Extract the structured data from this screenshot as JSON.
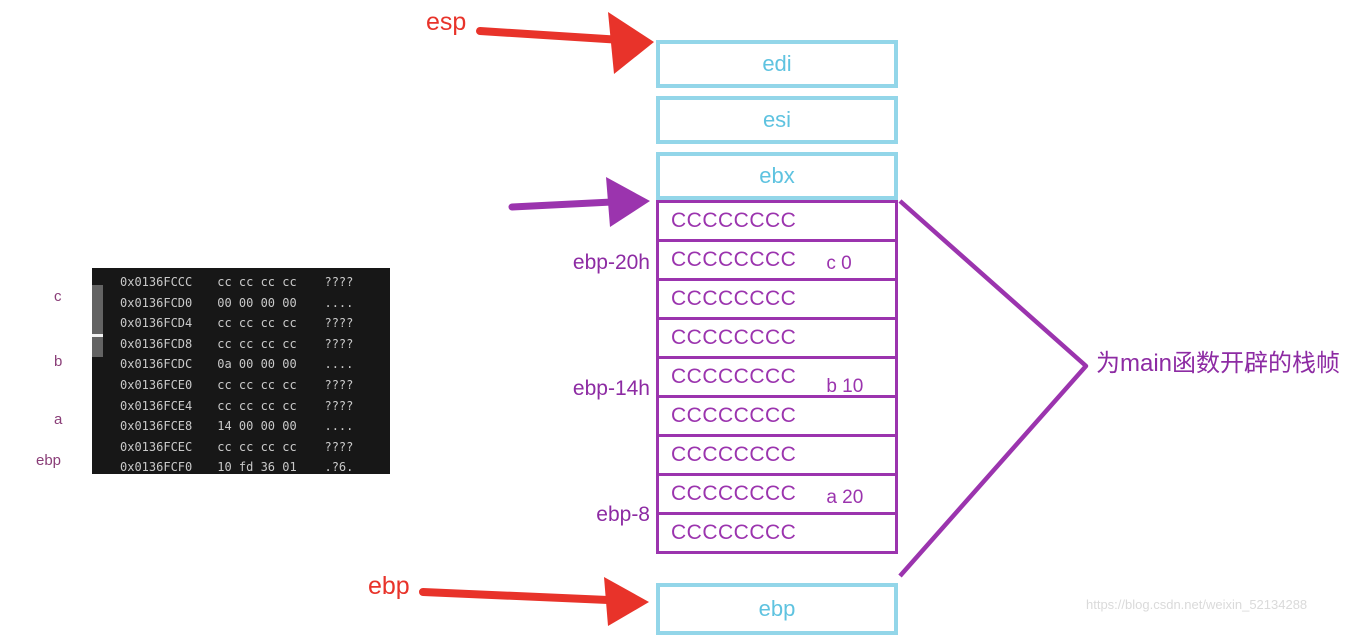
{
  "memory_dump": {
    "rows": [
      {
        "address": "0x0136FCCC",
        "bytes": "cc cc cc cc",
        "ascii": "????"
      },
      {
        "address": "0x0136FCD0",
        "bytes": "00 00 00 00",
        "ascii": "...."
      },
      {
        "address": "0x0136FCD4",
        "bytes": "cc cc cc cc",
        "ascii": "????"
      },
      {
        "address": "0x0136FCD8",
        "bytes": "cc cc cc cc",
        "ascii": "????"
      },
      {
        "address": "0x0136FCDC",
        "bytes": "0a 00 00 00",
        "ascii": "...."
      },
      {
        "address": "0x0136FCE0",
        "bytes": "cc cc cc cc",
        "ascii": "????"
      },
      {
        "address": "0x0136FCE4",
        "bytes": "cc cc cc cc",
        "ascii": "????"
      },
      {
        "address": "0x0136FCE8",
        "bytes": "14 00 00 00",
        "ascii": "...."
      },
      {
        "address": "0x0136FCEC",
        "bytes": "cc cc cc cc",
        "ascii": "????"
      },
      {
        "address": "0x0136FCF0",
        "bytes": "10 fd 36 01",
        "ascii": ".?6."
      }
    ],
    "variable_labels": [
      {
        "label": "c"
      },
      {
        "label": "b"
      },
      {
        "label": "a"
      },
      {
        "label": "ebp"
      }
    ]
  },
  "stack_diagram": {
    "register_boxes": [
      {
        "label": "edi"
      },
      {
        "label": "esi"
      },
      {
        "label": "ebx"
      }
    ],
    "frame_cells": [
      {
        "value": "CCCCCCCC",
        "annotation": ""
      },
      {
        "value": "CCCCCCCC",
        "annotation": "c 0"
      },
      {
        "value": "CCCCCCCC",
        "annotation": ""
      },
      {
        "value": "CCCCCCCC",
        "annotation": ""
      },
      {
        "value": "CCCCCCCC",
        "annotation": "b 10"
      },
      {
        "value": "CCCCCCCC",
        "annotation": ""
      },
      {
        "value": "CCCCCCCC",
        "annotation": ""
      },
      {
        "value": "CCCCCCCC",
        "annotation": "a 20"
      },
      {
        "value": "CCCCCCCC",
        "annotation": ""
      }
    ],
    "offset_labels": [
      {
        "label": "ebp-20h"
      },
      {
        "label": "ebp-14h"
      },
      {
        "label": "ebp-8"
      }
    ],
    "bottom_box": {
      "label": "ebp"
    }
  },
  "pointers": {
    "esp_label": "esp",
    "ebp_label": "ebp"
  },
  "frame_bracket": {
    "label": "为main函数开辟的栈帧"
  },
  "watermark": "https://blog.csdn.net/weixin_52134288",
  "colors": {
    "arrow_red": "#e8332a",
    "frame_purple": "#9b34ae",
    "label_purple": "#8d2ba3",
    "register_cyan": "#93d6e9",
    "memory_bg": "#171717"
  }
}
